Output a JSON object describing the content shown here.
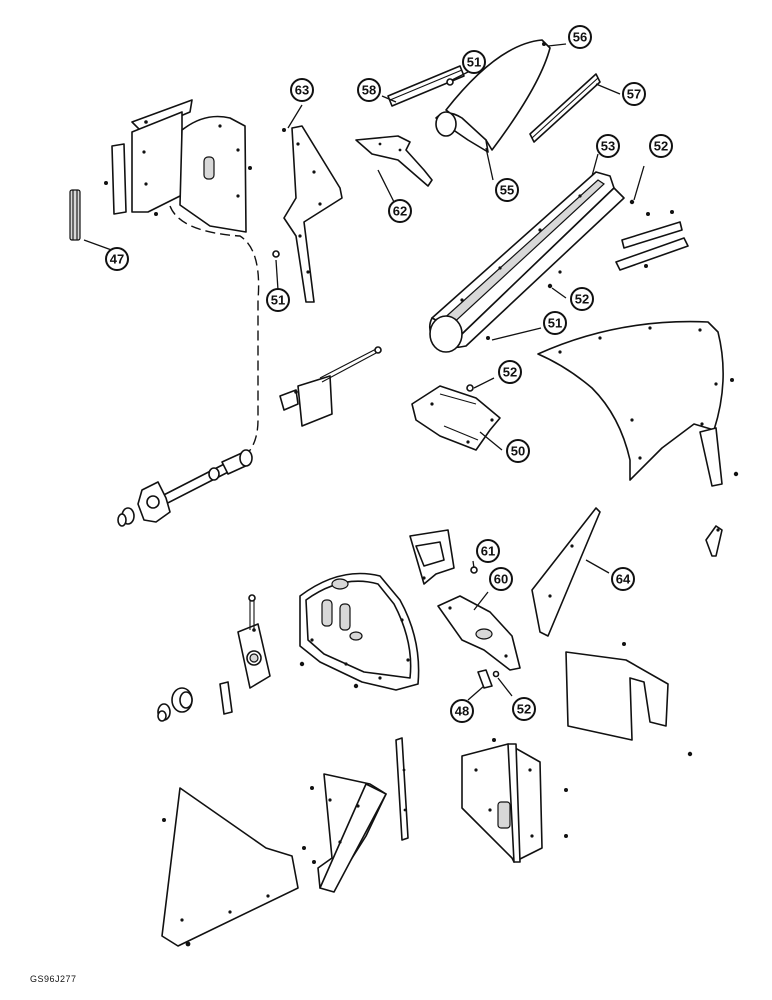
{
  "figure": {
    "code": "GS96J277",
    "line_color": "#111111",
    "background": "#ffffff"
  },
  "callouts": [
    {
      "id": "c47",
      "label": "47"
    },
    {
      "id": "c63",
      "label": "63"
    },
    {
      "id": "c51a",
      "label": "51"
    },
    {
      "id": "c58",
      "label": "58"
    },
    {
      "id": "c51b",
      "label": "51"
    },
    {
      "id": "c56",
      "label": "56"
    },
    {
      "id": "c57",
      "label": "57"
    },
    {
      "id": "c62",
      "label": "62"
    },
    {
      "id": "c55",
      "label": "55"
    },
    {
      "id": "c53",
      "label": "53"
    },
    {
      "id": "c52a",
      "label": "52"
    },
    {
      "id": "c52b",
      "label": "52"
    },
    {
      "id": "c51c",
      "label": "51"
    },
    {
      "id": "c52c",
      "label": "52"
    },
    {
      "id": "c50",
      "label": "50"
    },
    {
      "id": "c61",
      "label": "61"
    },
    {
      "id": "c60",
      "label": "60"
    },
    {
      "id": "c64",
      "label": "64"
    },
    {
      "id": "c48",
      "label": "48"
    },
    {
      "id": "c52d",
      "label": "52"
    }
  ]
}
